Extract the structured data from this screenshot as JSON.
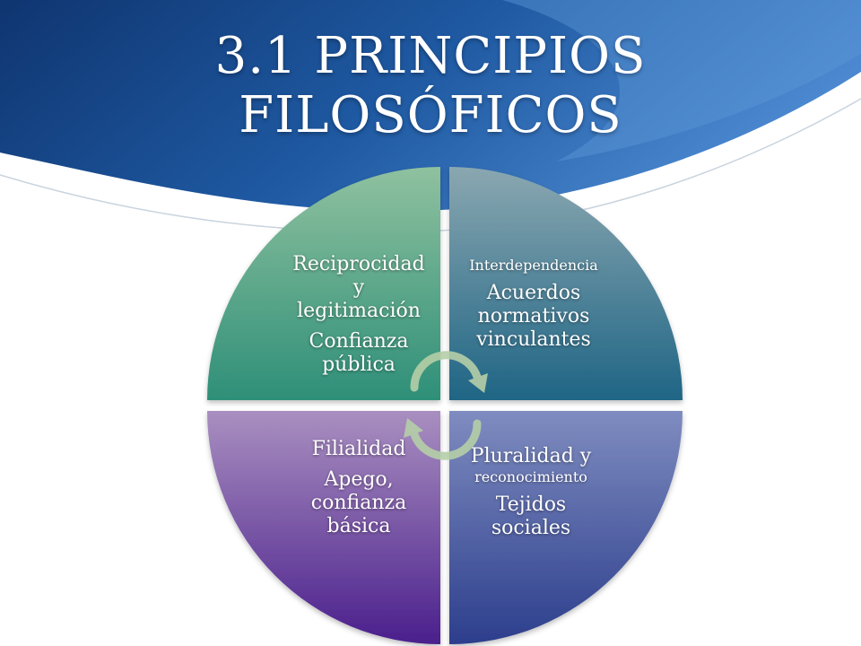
{
  "slide": {
    "title_lines": [
      "3.1 PRINCIPIOS",
      "FILOSÓFICOS"
    ],
    "colors": {
      "header_dark": "#143f7c",
      "header_light": "#3f7cc6",
      "q1": "#3d9a7e",
      "q2": "#2b6f88",
      "q3": "#6a3f9e",
      "q4": "#3c4e9a",
      "arrow": "#b5cfa8"
    }
  },
  "diagram": {
    "quadrants": [
      {
        "position": "top-left",
        "heading_lines": [
          "Reciprocidad",
          "y",
          "legitimación"
        ],
        "sub_lines": [
          "Confianza",
          "pública"
        ]
      },
      {
        "position": "top-right",
        "heading_lines": [
          "Interdependencia"
        ],
        "sub_lines": [
          "Acuerdos",
          "normativos",
          "vinculantes"
        ]
      },
      {
        "position": "bottom-left",
        "heading_lines": [
          "Filialidad"
        ],
        "sub_lines": [
          "Apego,",
          "confianza",
          "básica"
        ]
      },
      {
        "position": "bottom-right",
        "heading_lines": [
          "Pluralidad y",
          "reconocimiento"
        ],
        "sub_lines": [
          "Tejidos",
          "sociales"
        ]
      }
    ]
  }
}
